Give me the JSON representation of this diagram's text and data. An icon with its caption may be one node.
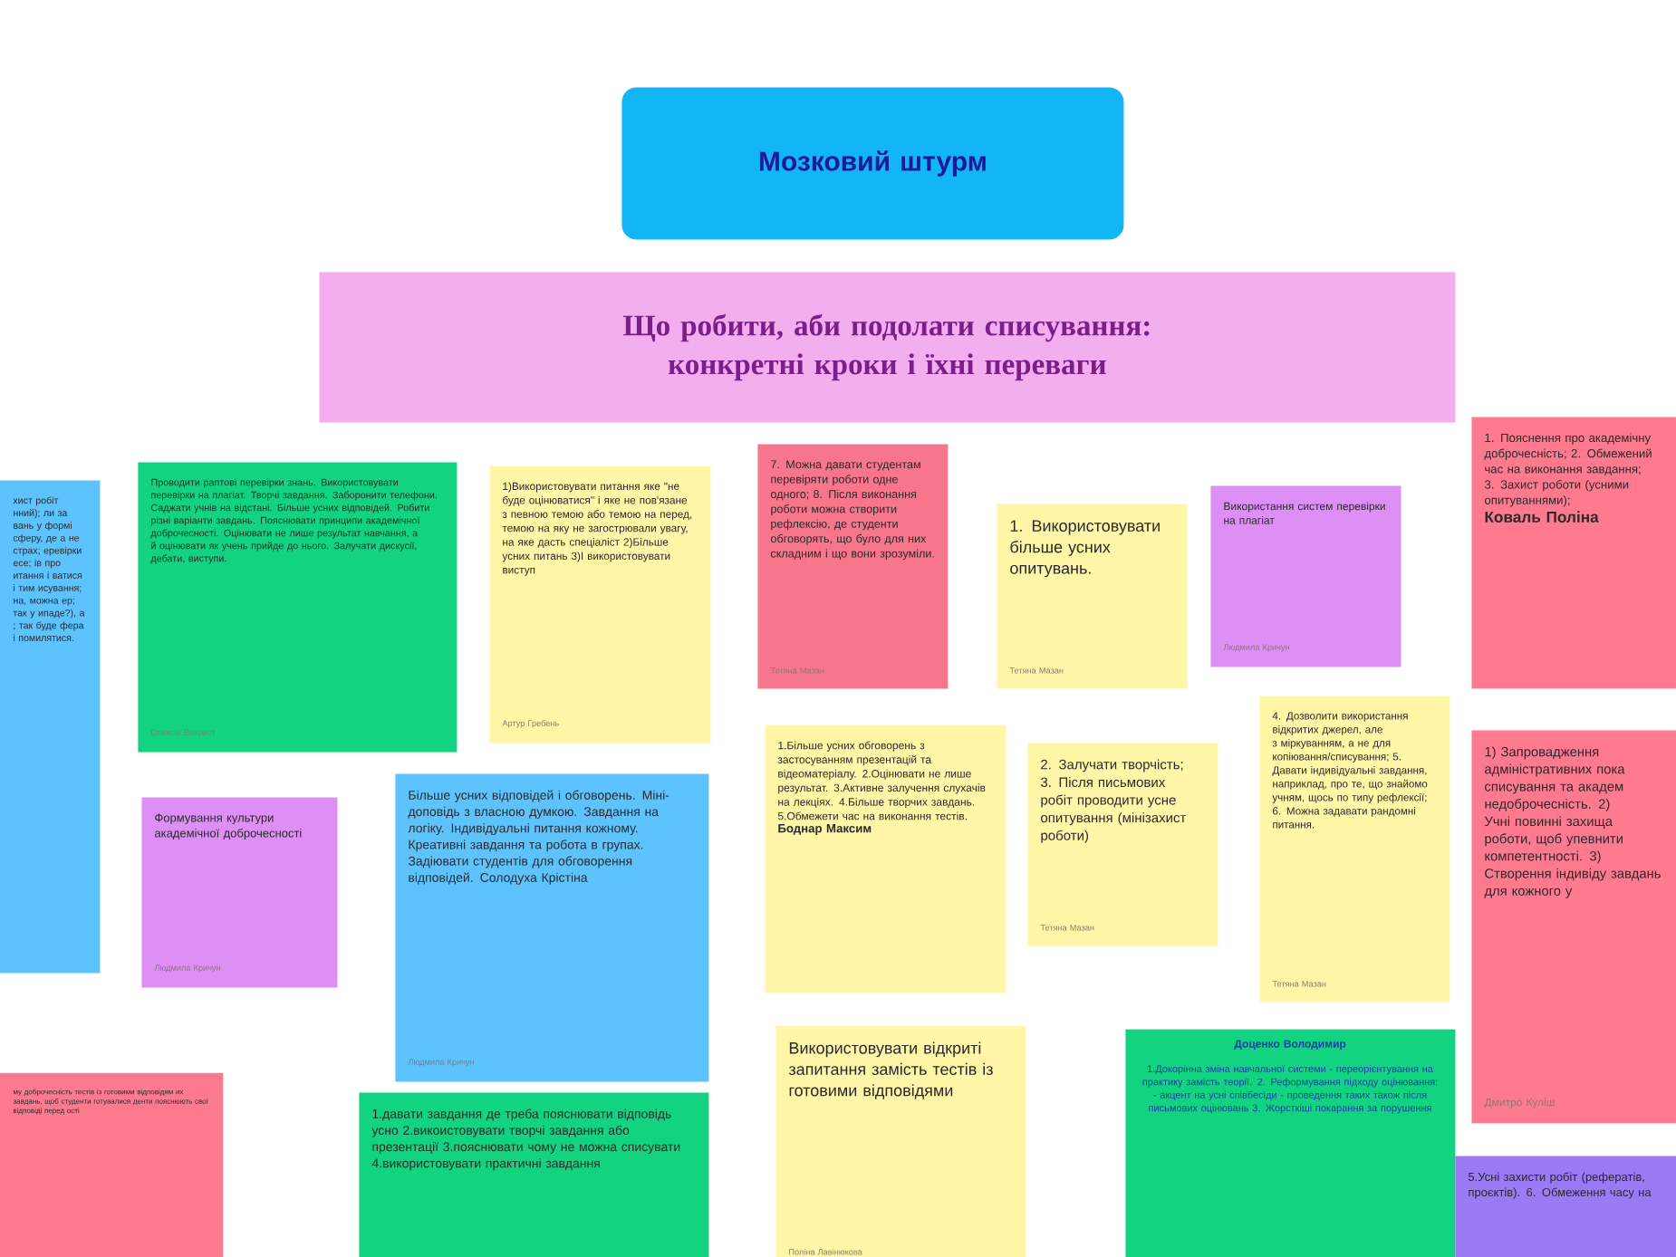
{
  "diagram": {
    "nodes": [
      {
        "text": [
          "Мозковий штурм"
        ]
      },
      {
        "text": [
          "Що робити, аби подолати списування: конкретні кроки і їхні переваги"
        ]
      },
      {
        "text": [
          "хист робіт нний); ли за вань у формі сферу, де а не страх; еревірки есе; ів про итання і ватися і тим исування; на, можна ер; так у ипаде?), а ; так буде фера і помилятися."
        ]
      },
      {
        "text": [
          "Проводити раптові перевірки знань. Використовувати перевірки на плагіат. Творчі завдання. Заборонити телефони. Саджати учнів на відстані. Більше усних відповідей. Робити різні варіанти завдань. Пояснювати принципи академічної доброчесності. Оцінювати не лише результат навчання, а й оцінювати як учень прийде до нього. Залучати дискусії, дебати, виступи.",
          "Олексій Вихрист"
        ]
      },
      {
        "text": [
          "1)Використовувати питання яке \"не буде оцінюватися\" і яке не пов'язане з певною темою або темою на перед, темою на яку не загострювали увагу, на яке дасть спеціаліст 2)Більше усних питань 3)І використовувати виступ",
          "Артур Гребень"
        ]
      },
      {
        "text": [
          "7. Можна давати студентам перевіряти роботи одне одного; 8. Після виконання роботи можна створити рефлексію, де студенти обговорять, що було для них складним і що вони зрозуміли.",
          "Тетяна Мазан"
        ]
      },
      {
        "text": [
          "1. Використовувати більше усних опитувань.",
          "Тетяна Мазан"
        ]
      },
      {
        "text": [
          "Використання систем перевірки на плагіат",
          "Людмила Кричун"
        ]
      },
      {
        "text": [
          "1. Пояснення про академічну доброчесність; 2. Обмежений час на виконання завдання; 3. Захист роботи (усними опитуваннями);",
          "Коваль Поліна"
        ]
      },
      {
        "text": [
          "Формування культури академічної доброчесності",
          "Людмила Кричун"
        ]
      },
      {
        "text": [
          "Більше усних відповідей і обговорень. Міні-доповідь з власною думкою. Завдання на логіку. Індивідуальні питання кожному. Креативні завдання та робота в групах. Задіювати студентів для обговорення відповідей. Солодуха Крістіна",
          "Людмила Кричун"
        ]
      },
      {
        "text": [
          "1.Більше усних обговорень з застосуванням презентацій та відеоматеріалу. 2.Оцінювати не лише результат. 3.Активне залучення слухачів на лекціях. 4.Більше творчих завдань. 5.Обмежети час на виконання тестів.",
          "Боднар Максим"
        ]
      },
      {
        "text": [
          "2. Залучати творчість; 3. Після письмових робіт проводити усне опитування (мінізахист роботи)",
          "Тетяна Мазан"
        ]
      },
      {
        "text": [
          "4. Дозволити використання відкритих джерел, але з міркуванням, а не для копіювання/списування; 5. Давати індивідуальні завдання, наприклад, про те, що знайомо учням, щось по типу рефлексії; 6. Можна задавати рандомні питання.",
          "Тетяна Мазан"
        ]
      },
      {
        "text": [
          "1) Запровадження адміністративних пока списування та академ недоброчесність. 2) Учні повинні захища роботи, щоб упевнити компетентності. 3) Створення індивіду завдань для кожного у",
          "Дмитро Куліш"
        ]
      },
      {
        "text": [
          "му доброчесність тестів із готовими відповідям их завдань, щоб студенти готувалися денти пояснюють свої відповіді перед ості"
        ]
      },
      {
        "text": [
          "Використовувати відкриті запитання замість тестів із готовими відповідями",
          "Поліна Лавінюкова"
        ]
      },
      {
        "text": [
          "1.давати завдання де треба пояснювати відповідь усно 2.викоистовувати творчі завдання або презентації 3.пояснювати чому не можна списувати 4.використовувати практичні завдання"
        ]
      },
      {
        "text": [
          "Доценко Володимир",
          "1.Докорінна зміна навчальної системи - переорієнтування на практику замість теорії. 2. Реформування підходу оцінювання: - акцент на усні співбесіди - проведення таких також після письмових оцінювань 3. Жорсткіші покарання за порушення"
        ]
      },
      {
        "text": [
          "5.Усні захисти робіт (рефератів, проєктів). 6. Обмеження часу на"
        ]
      }
    ]
  }
}
